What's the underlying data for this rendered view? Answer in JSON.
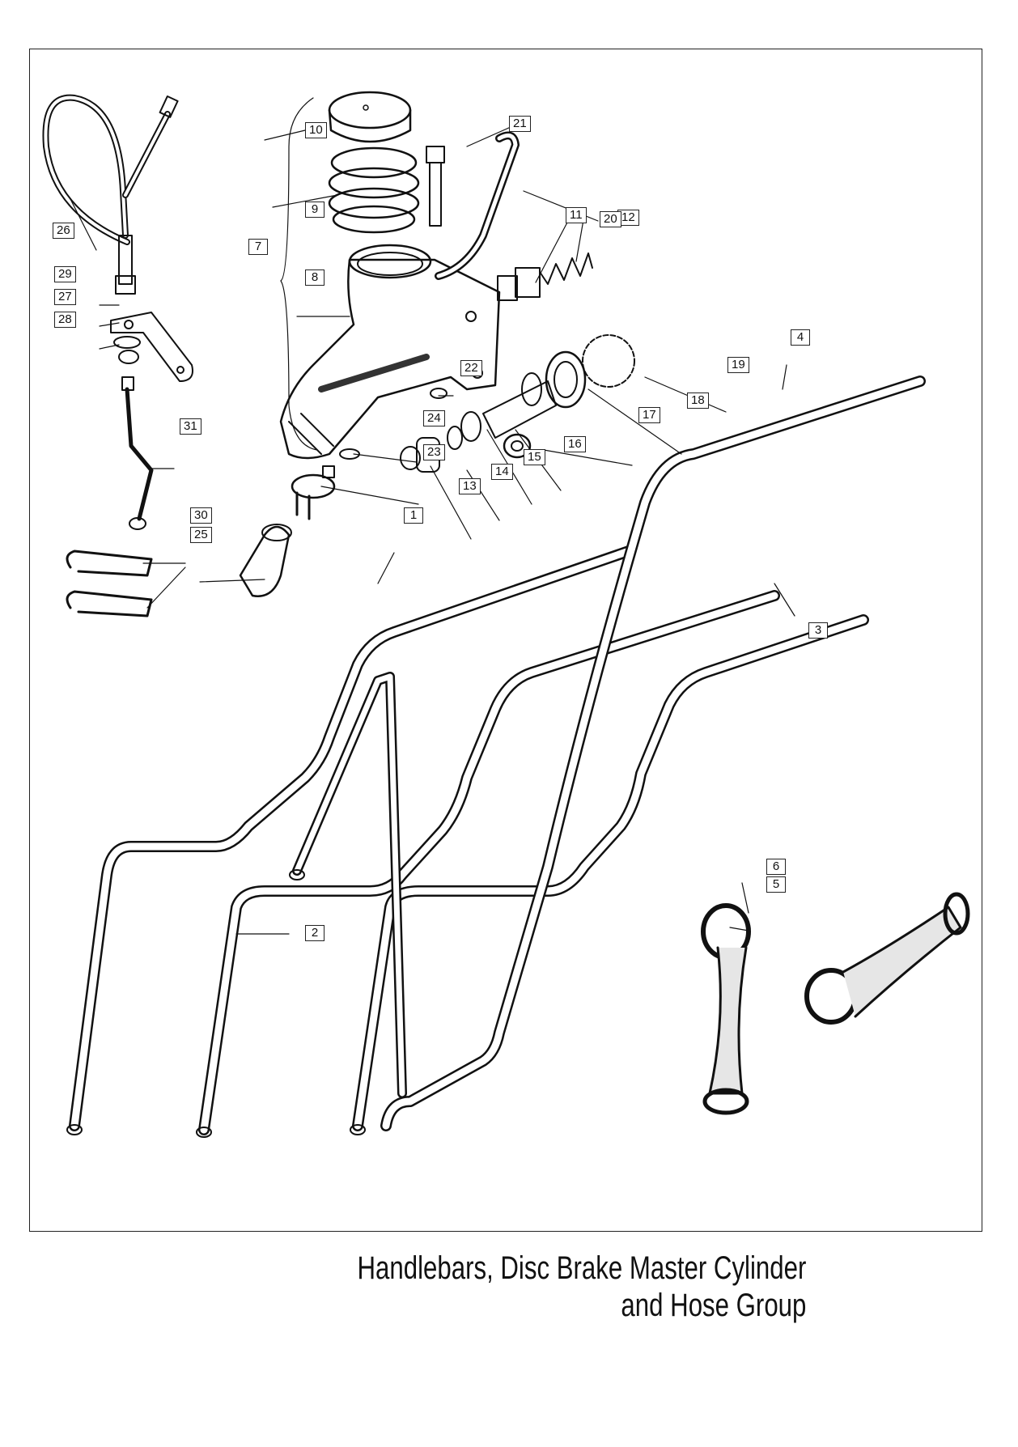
{
  "title": {
    "line1": "Handlebars, Disc Brake Master Cylinder",
    "line2": "and Hose Group"
  },
  "callouts": [
    "1",
    "2",
    "3",
    "4",
    "5",
    "6",
    "7",
    "8",
    "9",
    "10",
    "11",
    "12",
    "13",
    "14",
    "15",
    "16",
    "17",
    "18",
    "19",
    "20",
    "21",
    "22",
    "23",
    "24",
    "25",
    "26",
    "27",
    "28",
    "29",
    "30",
    "31"
  ],
  "colors": {
    "ink": "#111111",
    "paper": "#ffffff"
  }
}
